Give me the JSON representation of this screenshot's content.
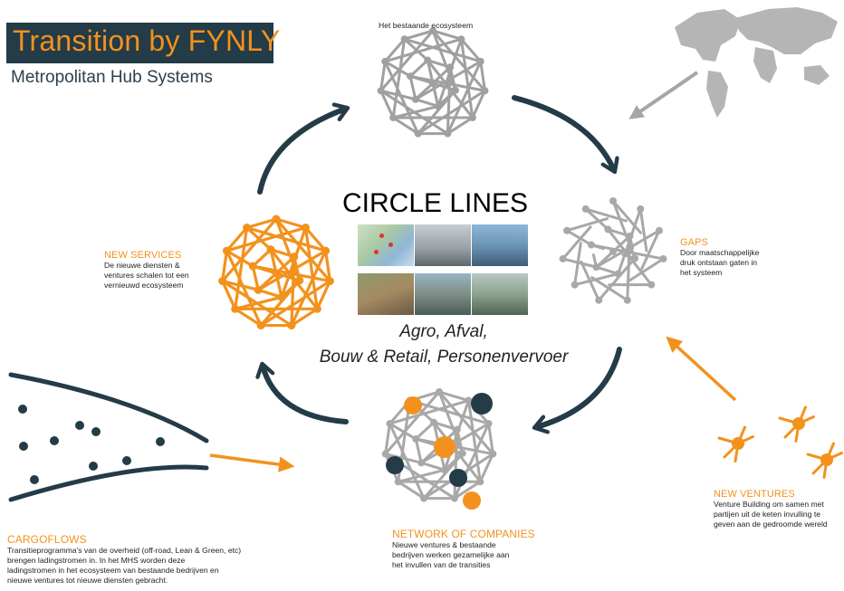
{
  "brand": {
    "title": "Transition by FYNLY",
    "subtitle": "Metropolitan Hub Systems"
  },
  "existing_ecosystem": {
    "label": "Het bestaande ecosysteem"
  },
  "center": {
    "title": "CIRCLE LINES",
    "sectors_line1": "Agro, Afval,",
    "sectors_line2": "Bouw & Retail, Personenvervoer"
  },
  "gaps": {
    "heading": "GAPS",
    "text": [
      "Door maatschappelijke",
      "druk ontstaan gaten in",
      "het systeem"
    ]
  },
  "new_services": {
    "heading": "NEW SERVICES",
    "text": [
      "De nieuwe diensten &",
      "ventures schalen tot een",
      "vernieuwd ecosysteem"
    ]
  },
  "new_ventures": {
    "heading": "NEW VENTURES",
    "text": [
      "Venture Building om samen met",
      "partijen uit de keten invulling te",
      "geven aan de gedroomde wereld"
    ]
  },
  "network": {
    "heading": "NETWORK OF COMPANIES",
    "text": [
      "Nieuwe ventures & bestaande",
      "bedrijven werken gezamelijke aan",
      "het invullen van de transities"
    ]
  },
  "cargoflows": {
    "heading": "CARGOFLOWS",
    "text": [
      "Transitieprogramma's van de overheid (off-road, Lean & Green, etc)",
      "brengen ladingstromen in. In het MHS worden deze",
      "ladingstromen in het ecosysteem van bestaande bedrijven en",
      "nieuwe ventures tot nieuwe diensten gebracht."
    ]
  },
  "colors": {
    "navy": "#243b48",
    "orange": "#f2921d",
    "gray": "#a0a0a0",
    "map": "#b5b5b5"
  },
  "icons": [
    "world-map-icon",
    "network-globe-icon",
    "broken-globe-icon",
    "venture-node-icon",
    "cargo-dot-icon"
  ]
}
